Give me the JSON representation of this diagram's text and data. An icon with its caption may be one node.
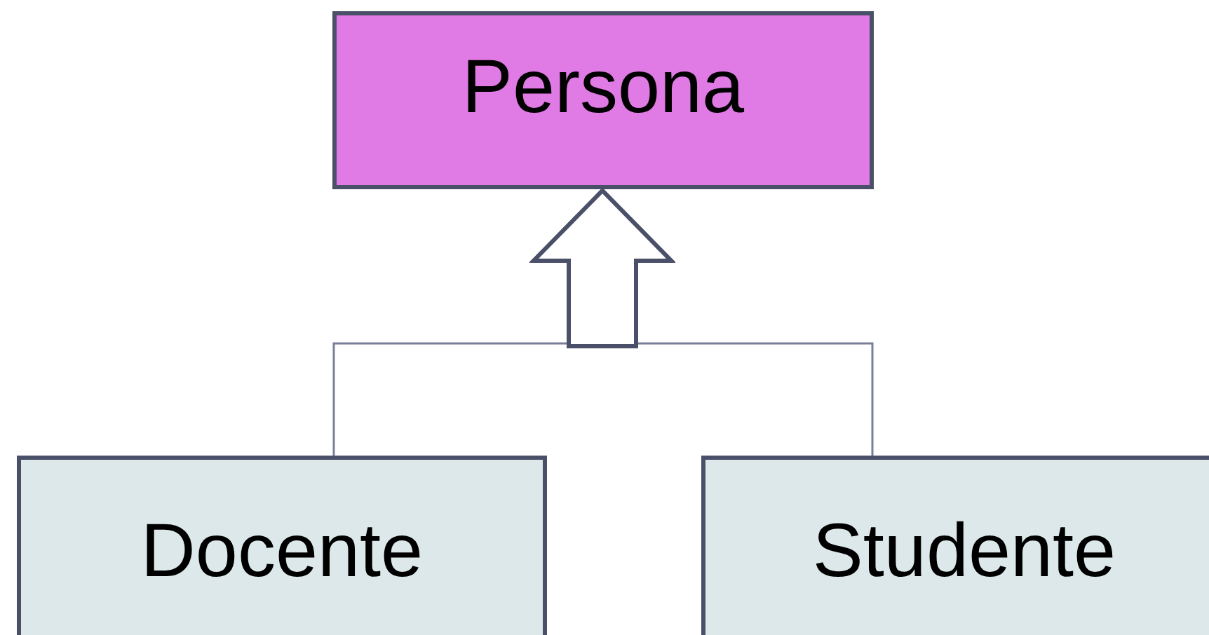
{
  "diagram": {
    "nodes": [
      {
        "text": [
          "Persona"
        ]
      },
      {
        "text": [
          "Docente"
        ]
      },
      {
        "text": [
          "Studente"
        ]
      }
    ],
    "edges": [
      {
        "from": 1,
        "to": 0,
        "arrow": "to"
      },
      {
        "from": 2,
        "to": 0,
        "arrow": "to"
      }
    ]
  }
}
